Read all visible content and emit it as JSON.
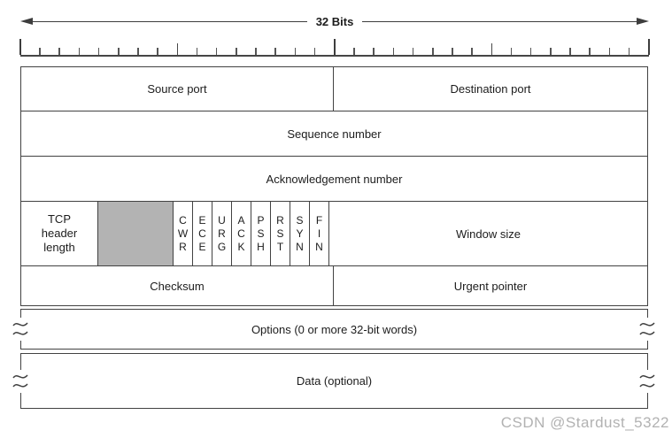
{
  "scale": {
    "label": "32 Bits",
    "ticks": 32
  },
  "fields": {
    "source_port": "Source port",
    "destination_port": "Destination port",
    "sequence_number": "Sequence number",
    "acknowledgement_number": "Acknowledgement number",
    "tcp_header_length": "TCP\nheader\nlength",
    "flags": [
      {
        "name": "CWR",
        "label": "C\nW\nR"
      },
      {
        "name": "ECE",
        "label": "E\nC\nE"
      },
      {
        "name": "URG",
        "label": "U\nR\nG"
      },
      {
        "name": "ACK",
        "label": "A\nC\nK"
      },
      {
        "name": "PSH",
        "label": "P\nS\nH"
      },
      {
        "name": "RST",
        "label": "R\nS\nT"
      },
      {
        "name": "SYN",
        "label": "S\nY\nN"
      },
      {
        "name": "FIN",
        "label": "F\nI\nN"
      }
    ],
    "window_size": "Window size",
    "checksum": "Checksum",
    "urgent_pointer": "Urgent pointer",
    "options": "Options (0 or more 32-bit words)",
    "data": "Data (optional)"
  },
  "colors": {
    "line": "#424242",
    "reserved_fill": "#b3b3b3",
    "watermark": "#b2b2b2"
  },
  "watermark": "CSDN @Stardust_5322"
}
